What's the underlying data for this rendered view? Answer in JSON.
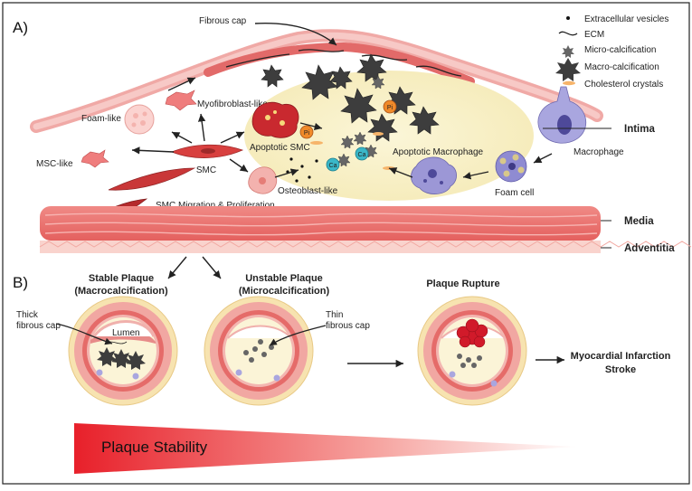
{
  "panel_a": {
    "letter": "A)",
    "labels": {
      "fibrous_cap": "Fibrous cap",
      "myofibroblast": "Myofibroblast-like",
      "foam_like": "Foam-like",
      "msc_like": "MSC-like",
      "smc": "SMC",
      "apoptotic_smc": "Apoptotic SMC",
      "osteoblast": "Osteoblast-like",
      "smc_migration": "SMC Migration & Proliferation",
      "apoptotic_macrophage": "Apoptotic Macrophage",
      "macrophage": "Macrophage",
      "foam_cell": "Foam cell",
      "pi": "Pi",
      "ca": "Ca"
    },
    "layers": {
      "intima": "Intima",
      "media": "Media",
      "adventitia": "Adventitia"
    },
    "legend": [
      {
        "icon": "dot-icon",
        "label": "Extracellular vesicles"
      },
      {
        "icon": "wave-icon",
        "label": "ECM"
      },
      {
        "icon": "small-star-icon",
        "label": "Micro-calcification"
      },
      {
        "icon": "large-star-icon",
        "label": "Macro-calcification"
      },
      {
        "icon": "crystal-icon",
        "label": "Cholesterol crystals"
      }
    ]
  },
  "panel_b": {
    "letter": "B)",
    "stable_title_1": "Stable Plaque",
    "stable_title_2": "(Macrocalcification)",
    "unstable_title_1": "Unstable Plaque",
    "unstable_title_2": "(Microcalcification)",
    "rupture_title": "Plaque Rupture",
    "thick_cap_1": "Thick",
    "thick_cap_2": "fibrous cap",
    "lumen": "Lumen",
    "thin_cap_1": "Thin",
    "thin_cap_2": "fibrous cap",
    "outcome_1": "Myocardial Infarction",
    "outcome_2": "Stroke",
    "stability_label": "Plaque Stability"
  },
  "colors": {
    "tissue_pink": "#f2a6a2",
    "muscle_red": "#e86b6b",
    "plaque_yellow": "#faf3cf",
    "calcification_dark": "#3b3b3b",
    "thrombus_red": "#d11a2a",
    "gradient_start": "#e8202a"
  }
}
